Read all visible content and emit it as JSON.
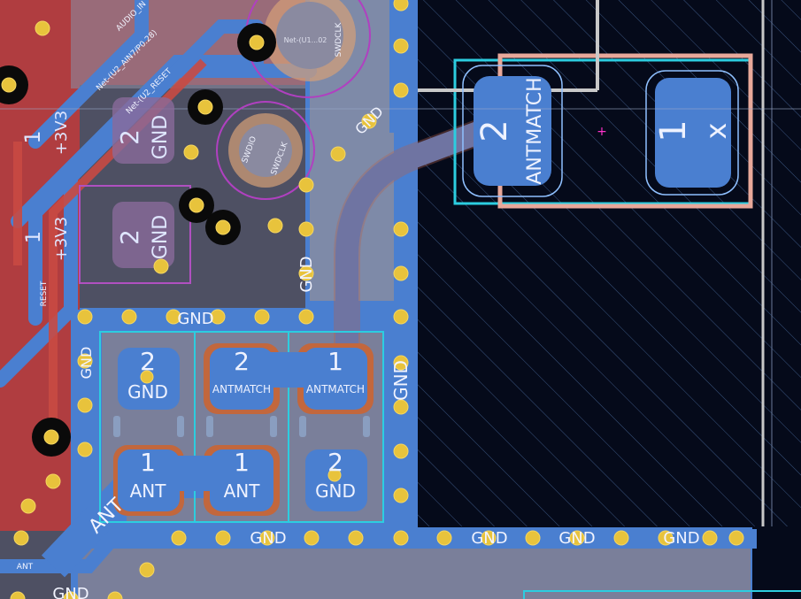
{
  "colors": {
    "background": "#050a1a",
    "copper_front": "#4a7fd0",
    "copper_back": "#c94a43",
    "via": "#e8c33c",
    "courtyard": "#e8a89a",
    "zone_outline": "#2ccde0"
  },
  "pads": {
    "c_right_1_num": "1",
    "c_right_1_net": "ANTMATCH",
    "c_right_2_num": "2",
    "c_right_2_net": "GND",
    "c_mid_2_num": "2",
    "c_mid_2_net": "ANTMATCH",
    "c_mid_1_num": "1",
    "c_mid_1_net": "ANT",
    "c_left_2_num": "2",
    "c_left_2_net": "GND",
    "c_left_1_num": "1",
    "c_left_1_net": "ANT",
    "ant_pad2_num": "2",
    "ant_pad2_net": "ANTMATCH",
    "ant_pad1_num": "1",
    "ant_pad1_net": "x",
    "upper_a_num": "2",
    "upper_a_net": "GND",
    "upper_b_num": "2",
    "upper_b_net": "GND",
    "left_a_num": "1",
    "left_a_net": "+3V3",
    "left_b_num": "1",
    "left_b_net": "+3V3"
  },
  "nets": {
    "gnd": "GND",
    "ant": "ANT",
    "reset": "RESET",
    "swdio": "SWDIO",
    "swdclk": "SWDCLK",
    "audio": "AUDIO_IN",
    "ain7": "Net-(U2_AIN7/P0.28)",
    "u2_reset": "Net-(U2_RESET",
    "net_fragment": "Net-(U1...02",
    "ant_small": "ANT"
  }
}
